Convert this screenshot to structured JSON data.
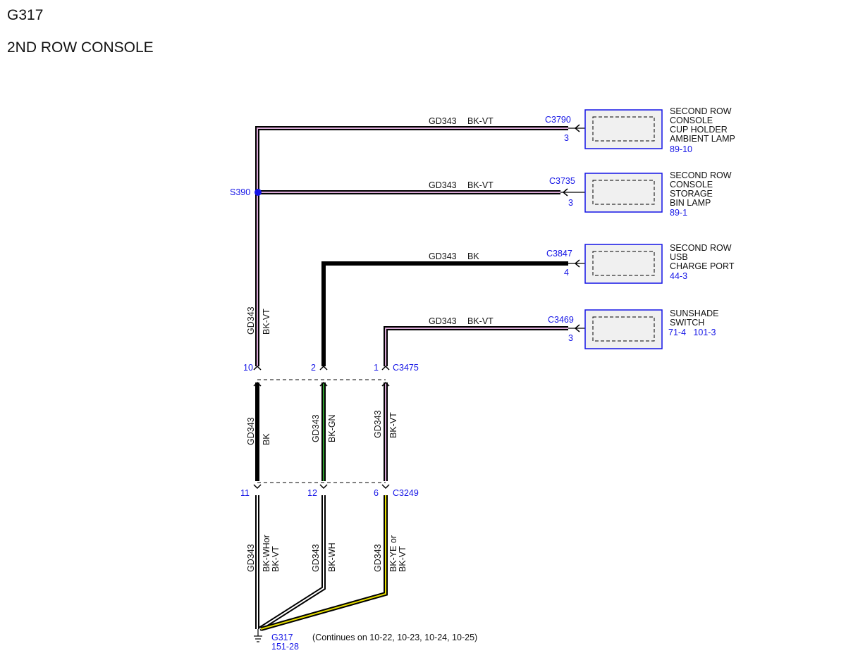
{
  "header": {
    "ground_id": "G317",
    "page_title": "2ND ROW CONSOLE"
  },
  "colors": {
    "connector_blue": "#1414e6",
    "splice_fill": "#1414e6",
    "wire_black": "#000000",
    "stripe_violet": "#d9a8d6",
    "stripe_green": "#2e9e2e",
    "stripe_white": "#ffffff",
    "stripe_yellow": "#e8e000",
    "component_fill": "#f0f0f0",
    "component_border": "#1414e6"
  },
  "top_wires": [
    {
      "circuit": "GD343",
      "color": "BK-VT",
      "connector": "C3790",
      "pin": "3"
    },
    {
      "circuit": "GD343",
      "color": "BK-VT",
      "connector": "C3735",
      "pin": "3"
    },
    {
      "circuit": "GD343",
      "color": "BK",
      "connector": "C3847",
      "pin": "4"
    },
    {
      "circuit": "GD343",
      "color": "BK-VT",
      "connector": "C3469",
      "pin": "3"
    }
  ],
  "components": [
    {
      "lines": [
        "SECOND ROW",
        "CONSOLE",
        "CUP HOLDER",
        "AMBIENT LAMP"
      ],
      "ref": "89-10"
    },
    {
      "lines": [
        "SECOND ROW",
        "CONSOLE",
        "STORAGE",
        "BIN LAMP"
      ],
      "ref": "89-1"
    },
    {
      "lines": [
        "SECOND ROW",
        "USB",
        "CHARGE PORT"
      ],
      "ref": "44-3"
    },
    {
      "lines": [
        "SUNSHADE",
        "SWITCH"
      ],
      "ref": "71-4   101-3"
    }
  ],
  "splice": {
    "id": "S390"
  },
  "vertical_upper": {
    "circuit": "GD343",
    "color": "BK-VT"
  },
  "connector_upper": {
    "id": "C3475",
    "pins": [
      "10",
      "2",
      "1"
    ]
  },
  "vertical_middle": [
    {
      "circuit": "GD343",
      "color": "BK"
    },
    {
      "circuit": "GD343",
      "color": "BK-GN"
    },
    {
      "circuit": "GD343",
      "color": "BK-VT"
    }
  ],
  "connector_lower": {
    "id": "C3249",
    "pins": [
      "11",
      "12",
      "6"
    ]
  },
  "vertical_lower": [
    {
      "circuit": "GD343",
      "color_lines": [
        "BK-WHor",
        "BK-VT"
      ]
    },
    {
      "circuit": "GD343",
      "color_lines": [
        "BK-WH"
      ]
    },
    {
      "circuit": "GD343",
      "color_lines": [
        "BK-YE or",
        "BK-VT"
      ]
    }
  ],
  "ground": {
    "id": "G317",
    "ref": "151-28",
    "continues": "(Continues on 10-22, 10-23, 10-24, 10-25)"
  }
}
